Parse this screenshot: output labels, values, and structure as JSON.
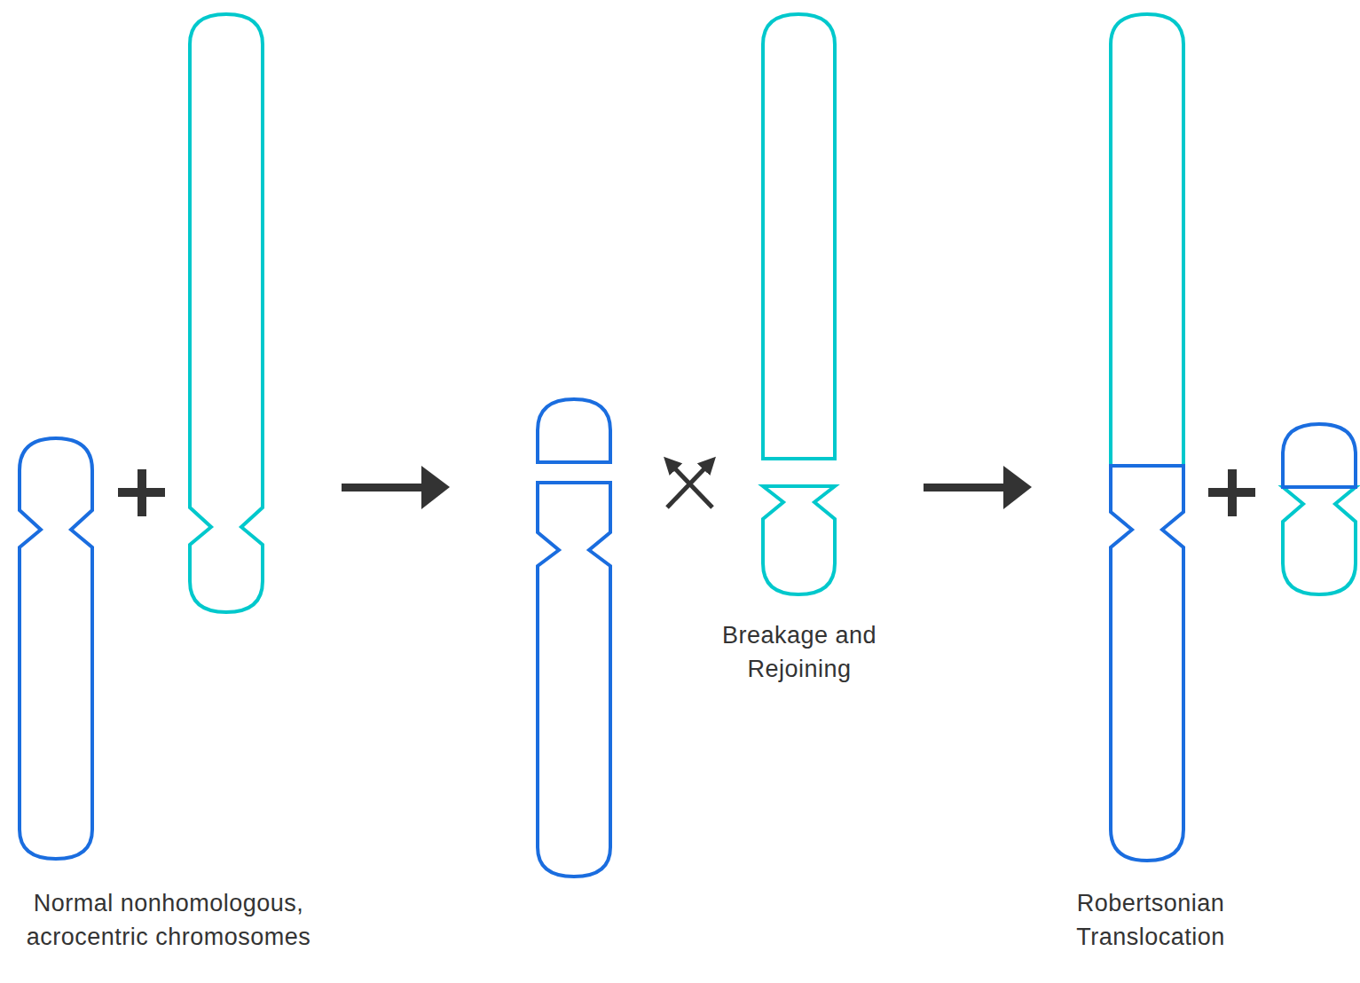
{
  "diagram": {
    "labels": [
      "Normal nonhomologous, acrocentric chromosomes",
      "Breakage and Rejoining",
      "Robertsonian Translocation"
    ]
  }
}
